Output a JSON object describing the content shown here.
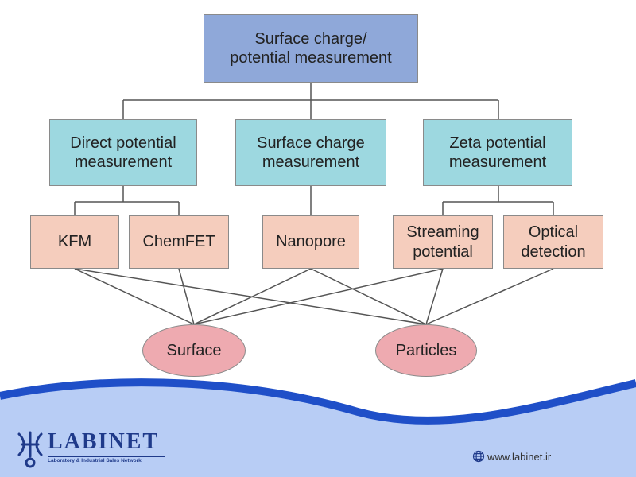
{
  "diagram": {
    "root": "Surface charge/\npotential measurement",
    "categories": [
      "Direct potential\nmeasurement",
      "Surface charge\nmeasurement",
      "Zeta potential\nmeasurement"
    ],
    "methods": [
      "KFM",
      "ChemFET",
      "Nanopore",
      "Streaming\npotential",
      "Optical\ndetection"
    ],
    "targets": [
      "Surface",
      "Particles"
    ]
  },
  "branding": {
    "logo_text": "LABINET",
    "logo_tagline": "Laboratory & Industrial Sales Network",
    "website": "www.labinet.ir",
    "globe_icon": "globe-icon"
  },
  "colors": {
    "root_fill": "#8fa8d9",
    "category_fill": "#9dd8e0",
    "method_fill": "#f5cdbd",
    "target_fill": "#eeaab0",
    "footer_wave": "#1f4fc8",
    "footer_fill": "#b8cdf5",
    "brand": "#1f3a8a"
  }
}
